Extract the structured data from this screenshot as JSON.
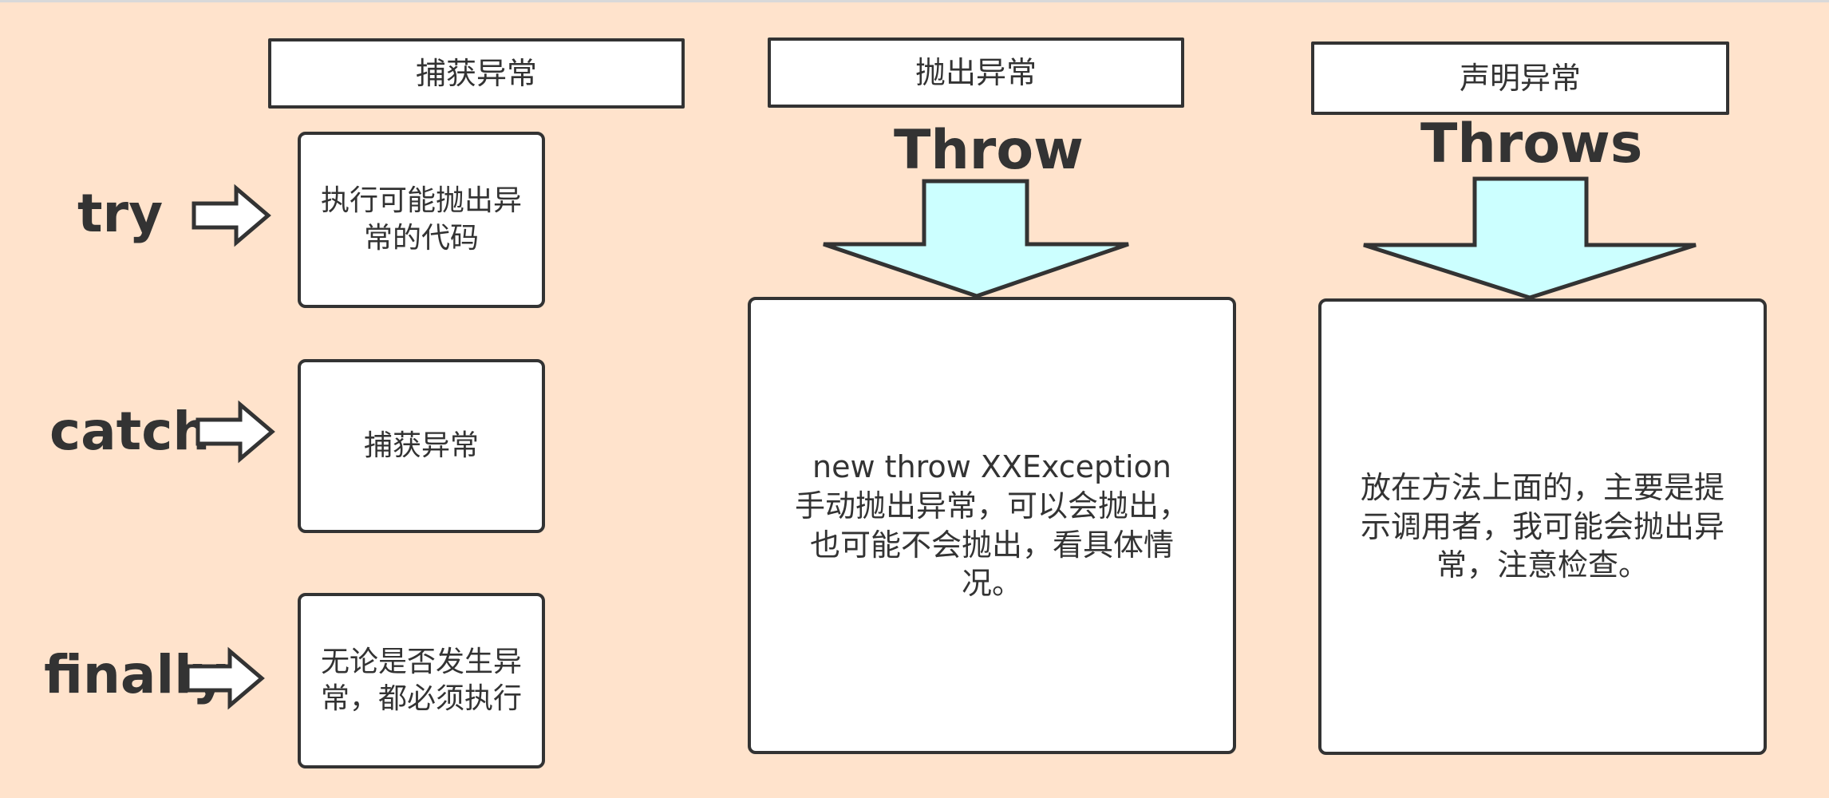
{
  "diagram": {
    "sections": [
      {
        "title": "捕获异常",
        "rows": [
          {
            "keyword": "try",
            "text": "执行可能抛出异常的代码"
          },
          {
            "keyword": "catch",
            "text": "捕获异常"
          },
          {
            "keyword": "finally",
            "text": "无论是否发生异常，都必须执行"
          }
        ]
      },
      {
        "title": "抛出异常",
        "keyword": "Throw",
        "text": "new throw XXException\n手动抛出异常，可以会抛出，也可能不会抛出，看具体情况。"
      },
      {
        "title": "声明异常",
        "keyword": "Throws",
        "text": "放在方法上面的，主要是提示调用者，我可能会抛出异常，注意检查。"
      }
    ]
  },
  "colors": {
    "background": "#ffe3cc",
    "box_fill": "#ffffff",
    "stroke": "#333333",
    "arrow_fill": "#ccffff"
  }
}
